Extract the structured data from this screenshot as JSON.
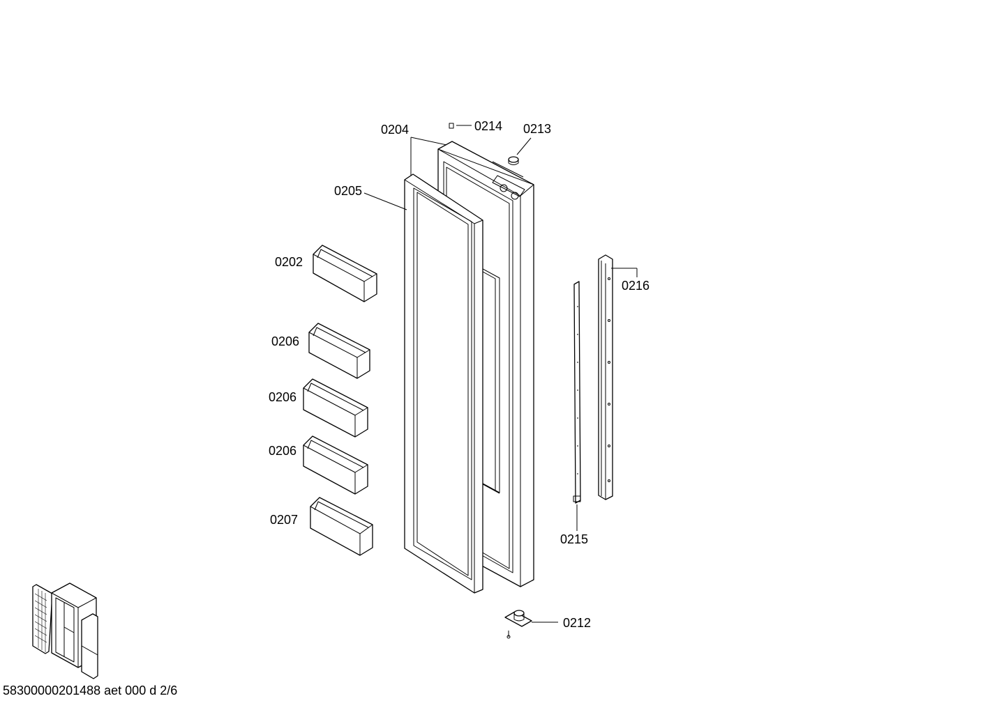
{
  "diagram": {
    "labels": {
      "p0204": "0204",
      "p0214": "0214",
      "p0213": "0213",
      "p0205": "0205",
      "p0202": "0202",
      "p0206a": "0206",
      "p0206b": "0206",
      "p0206c": "0206",
      "p0207": "0207",
      "p0216": "0216",
      "p0215": "0215",
      "p0212": "0212"
    },
    "footer": "58300000201488 aet 000 d 2/6"
  }
}
